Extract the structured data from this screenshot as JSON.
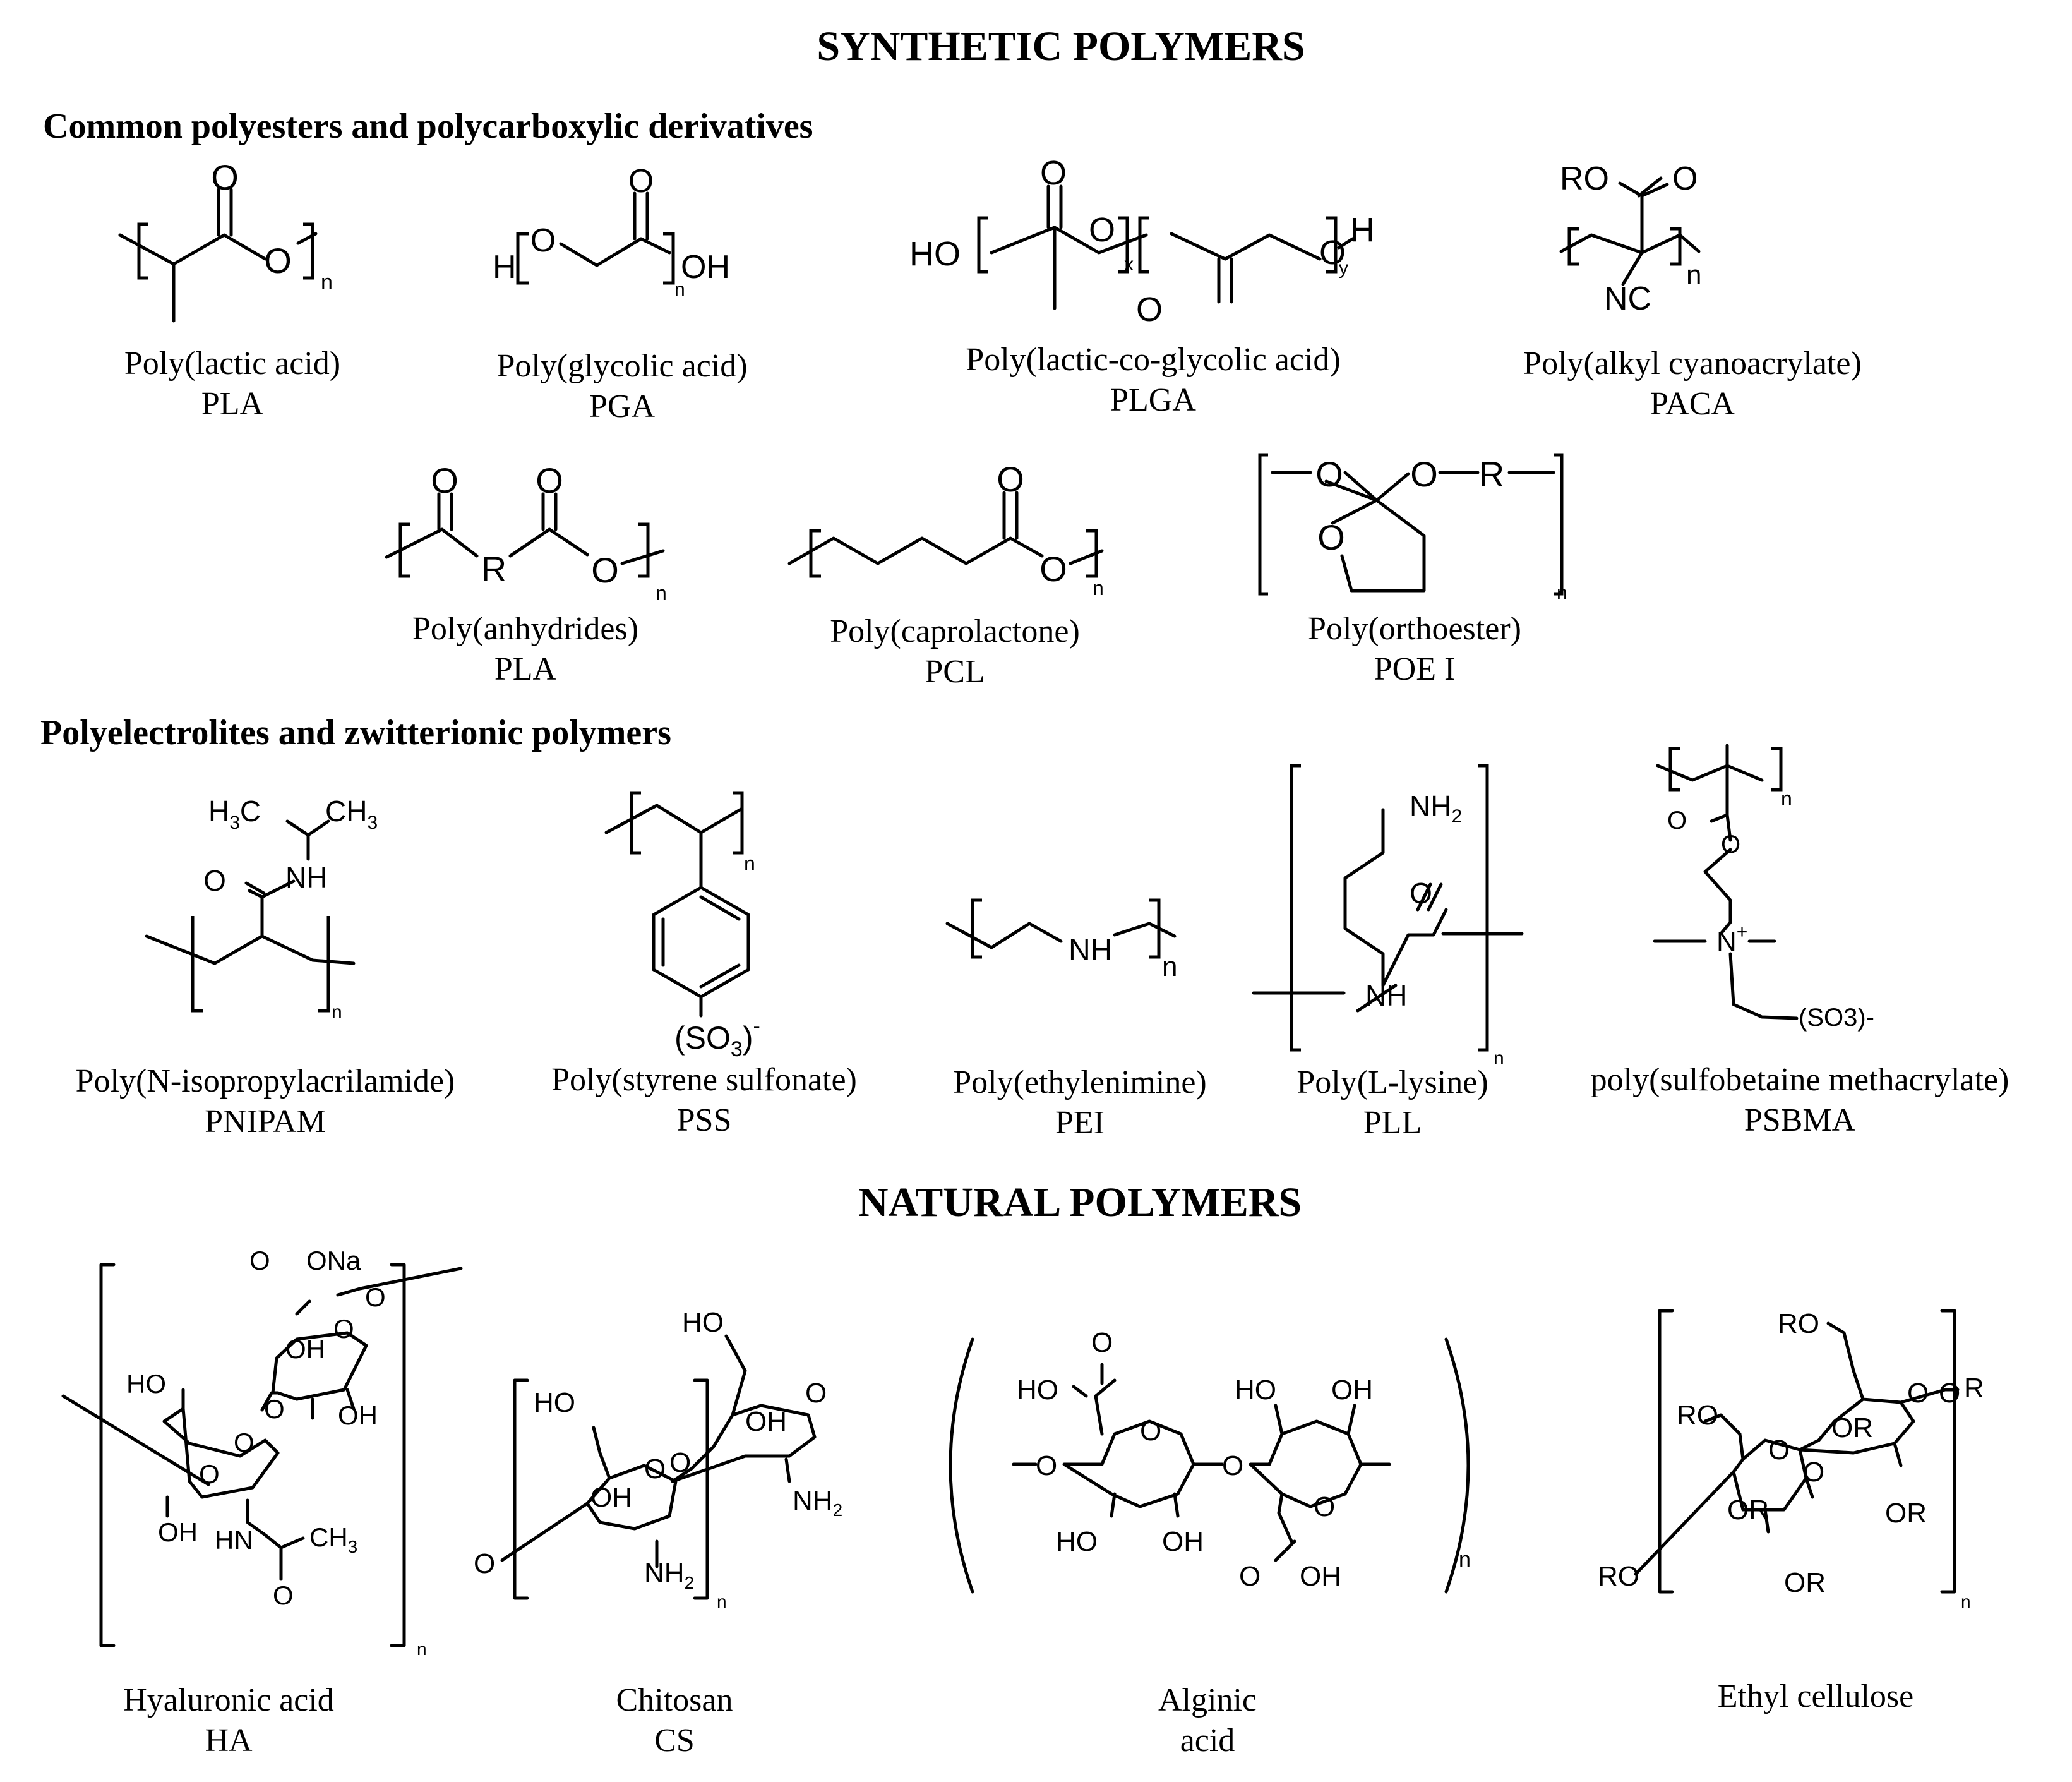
{
  "headings": {
    "synthetic": "SYNTHETIC POLYMERS",
    "natural": "NATURAL POLYMERS",
    "polyesters": "Common polyesters and polycarboxylic derivatives",
    "polyelectrolytes": "Polyelectrolites and zwitterionic polymers"
  },
  "polymers": {
    "pla": {
      "name": "Poly(lactic acid)",
      "abbr": "PLA"
    },
    "pga": {
      "name": "Poly(glycolic acid)",
      "abbr": "PGA"
    },
    "plga": {
      "name": "Poly(lactic-co-glycolic acid)",
      "abbr": "PLGA"
    },
    "paca": {
      "name": "Poly(alkyl cyanoacrylate)",
      "abbr": "PACA"
    },
    "anhydrides": {
      "name": "Poly(anhydrides)",
      "abbr": "PLA"
    },
    "pcl": {
      "name": "Poly(caprolactone)",
      "abbr": "PCL"
    },
    "poe": {
      "name": "Poly(orthoester)",
      "abbr": "POE I"
    },
    "pnipam": {
      "name": "Poly(N-isopropylacrilamide)",
      "abbr": "PNIPAM"
    },
    "pss": {
      "name": "Poly(styrene sulfonate)",
      "abbr": "PSS"
    },
    "pei": {
      "name": "Poly(ethylenimine)",
      "abbr": "PEI"
    },
    "pll": {
      "name": "Poly(L-lysine)",
      "abbr": "PLL"
    },
    "psbma": {
      "name": "poly(sulfobetaine methacrylate)",
      "abbr": "PSBMA"
    },
    "ha": {
      "name": "Hyaluronic acid",
      "abbr": "HA"
    },
    "cs": {
      "name": "Chitosan",
      "abbr": "CS"
    },
    "alginic": {
      "name": "Alginic",
      "abbr": "acid"
    },
    "ec": {
      "name": "Ethyl cellulose"
    }
  },
  "atoms": {
    "O": "O",
    "H": "H",
    "OH": "OH",
    "HO": "HO",
    "RO": "RO",
    "NC": "NC",
    "R": "R",
    "n": "n",
    "x": "x",
    "y": "y",
    "NH": "NH",
    "NH2": "NH",
    "two": "2",
    "H3C": "H",
    "three": "3",
    "C": "C",
    "CH3": "CH",
    "ONa": "ONa",
    "HN": "HN",
    "OR": "OR",
    "SO3": "(SO",
    "sulfonate_close": ")",
    "minus": "-",
    "SO3_psbma": "(SO3)-",
    "N": "N",
    "plus": "+"
  }
}
